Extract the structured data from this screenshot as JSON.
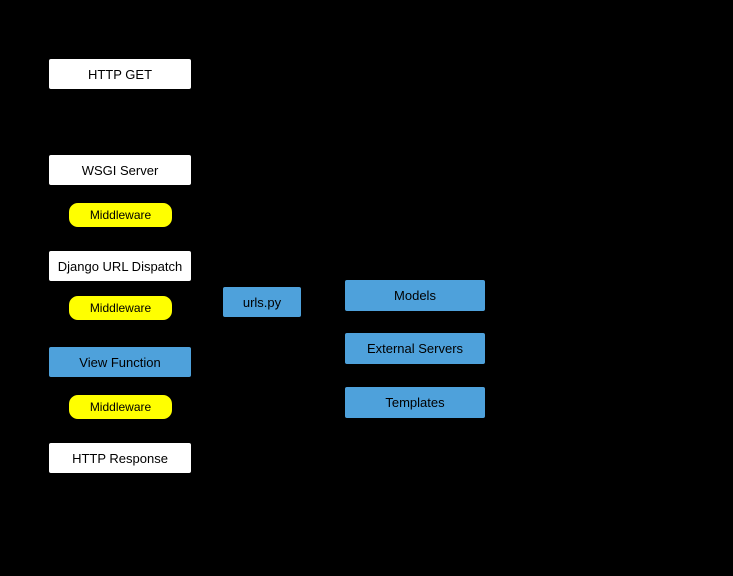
{
  "diagram": {
    "background_color": "#000000",
    "colors": {
      "plain_node_fill": "#ffffff",
      "middleware_node_fill": "#ffff00",
      "component_node_fill": "#4ea1db",
      "text": "#000000"
    },
    "nodes": {
      "http_get": {
        "label": "HTTP GET",
        "kind": "plain"
      },
      "wsgi_server": {
        "label": "WSGI Server",
        "kind": "plain"
      },
      "middleware_request": {
        "label": "Middleware",
        "kind": "middleware"
      },
      "django_url_dispatch": {
        "label": "Django URL Dispatch",
        "kind": "plain"
      },
      "middleware_view": {
        "label": "Middleware",
        "kind": "middleware"
      },
      "view_function": {
        "label": "View Function",
        "kind": "component"
      },
      "middleware_response": {
        "label": "Middleware",
        "kind": "middleware"
      },
      "http_response": {
        "label": "HTTP Response",
        "kind": "plain"
      },
      "urls_py": {
        "label": "urls.py",
        "kind": "component"
      },
      "models": {
        "label": "Models",
        "kind": "component"
      },
      "external_servers": {
        "label": "External Servers",
        "kind": "component"
      },
      "templates": {
        "label": "Templates",
        "kind": "component"
      }
    }
  }
}
